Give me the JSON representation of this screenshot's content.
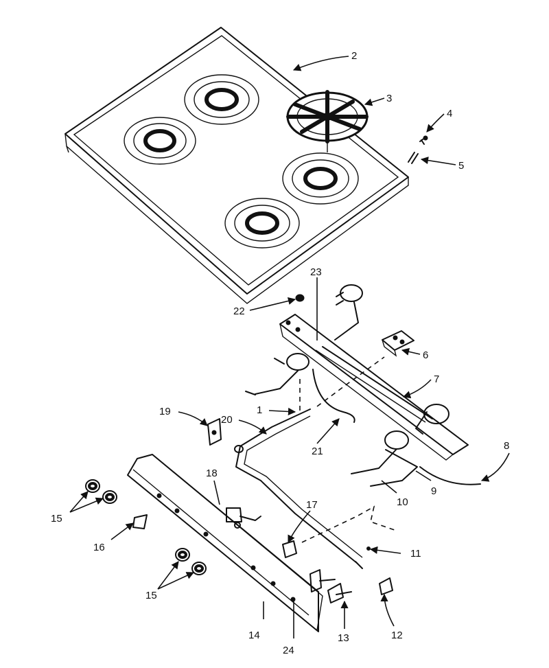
{
  "callouts": {
    "c1": "1",
    "c2": "2",
    "c3": "3",
    "c4": "4",
    "c5": "5",
    "c6": "6",
    "c7": "7",
    "c8": "8",
    "c9": "9",
    "c10": "10",
    "c11": "11",
    "c12": "12",
    "c13": "13",
    "c14": "14",
    "c15a": "15",
    "c15b": "15",
    "c16": "16",
    "c17": "17",
    "c18": "18",
    "c19": "19",
    "c20": "20",
    "c21": "21",
    "c22": "22",
    "c23": "23",
    "c24": "24"
  }
}
